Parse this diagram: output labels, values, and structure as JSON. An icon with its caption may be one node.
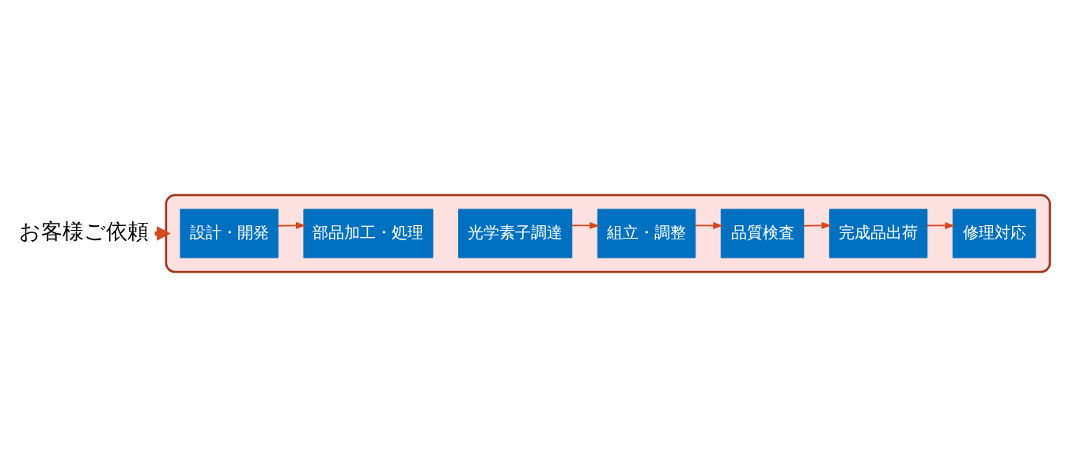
{
  "diagram": {
    "nodes": [
      {
        "text": [
          "お客様ご依頼"
        ]
      },
      {
        "text": [],
        "shape": "box"
      },
      {
        "text": [
          "設計・開発"
        ],
        "in": 1
      },
      {
        "text": [
          "部品加工・処理"
        ],
        "in": 1
      },
      {
        "text": [
          "光学素子調達"
        ],
        "in": 1
      },
      {
        "text": [
          "組立・調整"
        ],
        "in": 1
      },
      {
        "text": [
          "品質検査"
        ],
        "in": 1
      },
      {
        "text": [
          "完成品出荷"
        ],
        "in": 1
      },
      {
        "text": [
          "修理対応"
        ],
        "in": 1
      }
    ],
    "edges": [
      {
        "from": 0,
        "to": 1,
        "arrow": "to",
        "style": "thick"
      },
      {
        "from": 2,
        "to": 3,
        "arrow": "to"
      },
      {
        "from": 4,
        "to": 5,
        "arrow": "to"
      },
      {
        "from": 5,
        "to": 6,
        "arrow": "to"
      },
      {
        "from": 6,
        "to": 7,
        "arrow": "to"
      },
      {
        "from": 7,
        "to": 8,
        "arrow": "to"
      }
    ]
  }
}
